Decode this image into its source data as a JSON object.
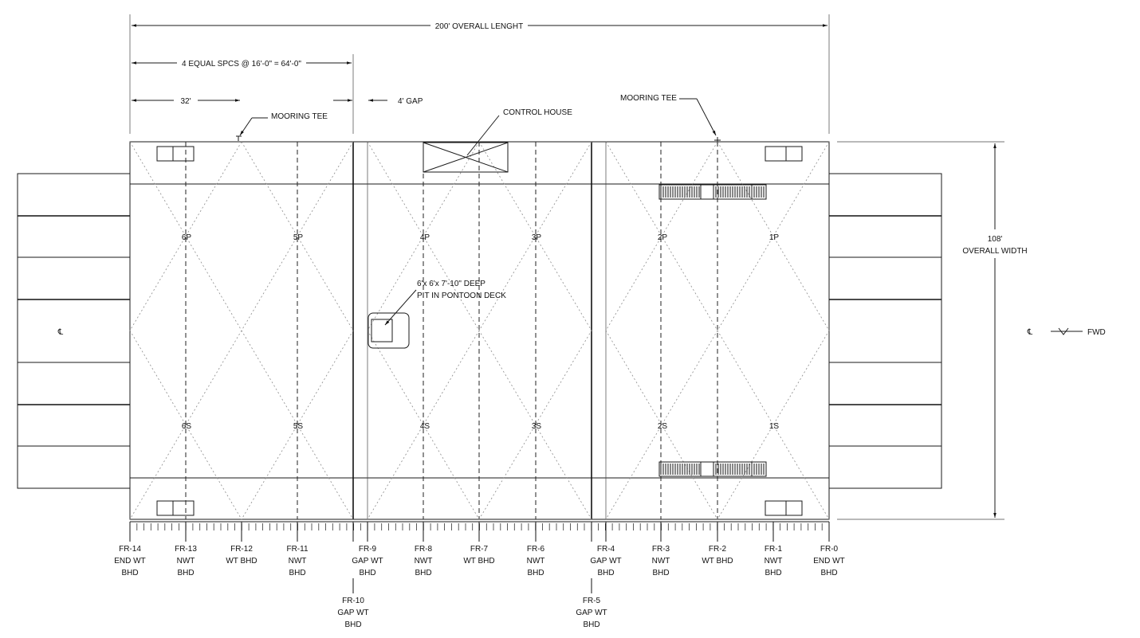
{
  "dimensions": {
    "overall_length": "200' OVERALL LENGHT",
    "equal_spaces": "4 EQUAL SPCS @ 16'-0\" = 64'-0\"",
    "segment": "32'",
    "gap": "4' GAP",
    "width_value": "108'",
    "width_label": "OVERALL WIDTH"
  },
  "callouts": {
    "mooring_tee_left": "MOORING TEE",
    "mooring_tee_right": "MOORING TEE",
    "control_house": "CONTROL HOUSE",
    "pit_line1": "6'x 6'x 7'-10\" DEEP",
    "pit_line2": "PIT IN PONTOON DECK",
    "fwd": "FWD"
  },
  "centerline_symbol": "℄",
  "tanks": {
    "port": [
      "6P",
      "5P",
      "4P",
      "3P",
      "2P",
      "1P"
    ],
    "starboard": [
      "6S",
      "5S",
      "4S",
      "3S",
      "2S",
      "1S"
    ]
  },
  "frames": [
    {
      "id": "FR-14",
      "lines": [
        "FR-14",
        "END WT",
        "BHD"
      ]
    },
    {
      "id": "FR-13",
      "lines": [
        "FR-13",
        "NWT",
        "BHD"
      ]
    },
    {
      "id": "FR-12",
      "lines": [
        "FR-12",
        "WT BHD"
      ]
    },
    {
      "id": "FR-11",
      "lines": [
        "FR-11",
        "NWT",
        "BHD"
      ]
    },
    {
      "id": "FR-10",
      "lines": [
        "FR-10",
        "GAP WT",
        "BHD"
      ]
    },
    {
      "id": "FR-9",
      "lines": [
        "FR-9",
        "GAP WT",
        "BHD"
      ]
    },
    {
      "id": "FR-8a",
      "lines": [
        "FR-8",
        "NWT",
        "BHD"
      ]
    },
    {
      "id": "FR-7",
      "lines": [
        "FR-7",
        "WT BHD"
      ]
    },
    {
      "id": "FR-6",
      "lines": [
        "FR-6",
        "NWT",
        "BHD"
      ]
    },
    {
      "id": "FR-5",
      "lines": [
        "FR-5",
        "GAP WT",
        "BHD"
      ]
    },
    {
      "id": "FR-4",
      "lines": [
        "FR-4",
        "GAP WT",
        "BHD"
      ]
    },
    {
      "id": "FR-3",
      "lines": [
        "FR-3",
        "NWT",
        "BHD"
      ]
    },
    {
      "id": "FR-2",
      "lines": [
        "FR-2",
        "WT BHD"
      ]
    },
    {
      "id": "FR-1",
      "lines": [
        "FR-1",
        "NWT",
        "BHD"
      ]
    },
    {
      "id": "FR-0",
      "lines": [
        "FR-0",
        "END WT",
        "BHD"
      ]
    }
  ]
}
